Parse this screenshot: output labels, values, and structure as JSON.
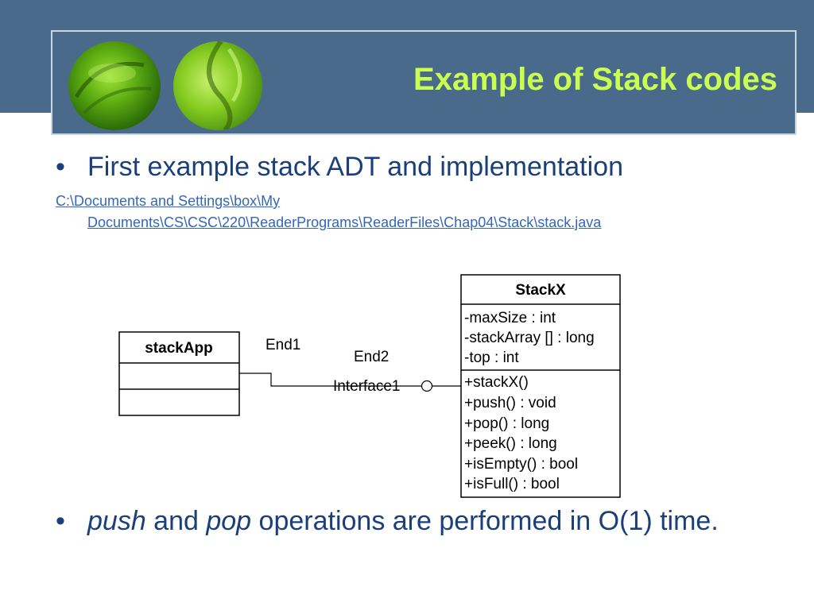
{
  "slide": {
    "title": "Example of Stack codes",
    "colors": {
      "header_bg": "#4a6a8c",
      "title_text": "#c8ff50",
      "body_text": "#1a3f7a",
      "link": "#3566b8"
    },
    "bullets": {
      "bullet_symbol": "•",
      "first": "First example stack ADT and implementation",
      "second_italic_1": "push",
      "second_plain_1": " and ",
      "second_italic_2": "pop",
      "second_plain_2": " operations are performed in O(1) time."
    },
    "file_link": {
      "line1": "C:\\Documents and Settings\\box\\My",
      "line2": "Documents\\CS\\CSC\\220\\ReaderPrograms\\ReaderFiles\\Chap04\\Stack\\stack.java"
    }
  },
  "uml": {
    "client_class": {
      "name": "stackApp"
    },
    "stack_class": {
      "name": "StackX",
      "attributes": [
        "-maxSize : int",
        "-stackArray [] : long",
        "-top : int"
      ],
      "operations": [
        "+stackX()",
        "+push() : void",
        "+pop() : long",
        "+peek() : long",
        "+isEmpty() : bool",
        "+isFull() : bool"
      ]
    },
    "association": {
      "end1": "End1",
      "end2": "End2",
      "interface": "Interface1"
    }
  }
}
